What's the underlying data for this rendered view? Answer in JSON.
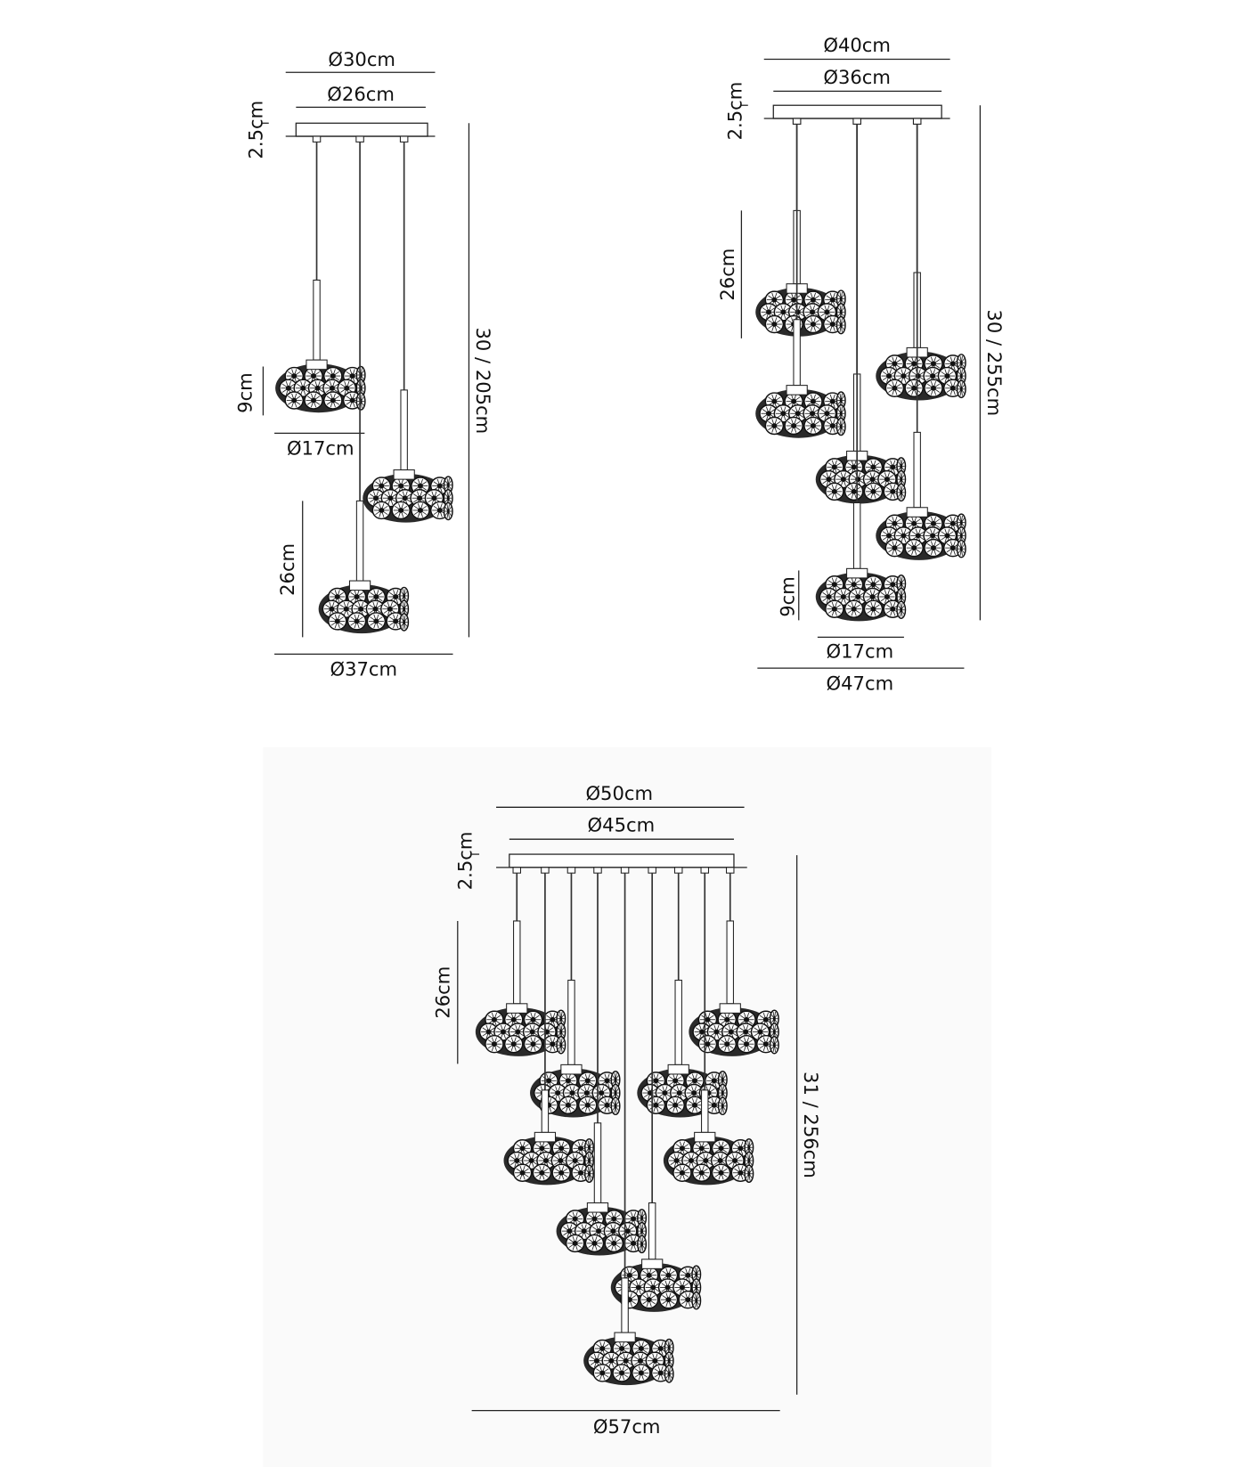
{
  "diagrams": [
    {
      "outer_canopy": "Ø30cm",
      "inner_canopy": "Ø26cm",
      "canopy_height": "2.5cm",
      "total_height": "30 / 205cm",
      "shade_height": "9cm",
      "shade_diameter": "Ø17cm",
      "drop": "26cm",
      "overall_diameter": "Ø37cm",
      "pendant_count": 3
    },
    {
      "outer_canopy": "Ø40cm",
      "inner_canopy": "Ø36cm",
      "canopy_height": "2.5cm",
      "total_height": "30 / 255cm",
      "shade_height": "9cm",
      "shade_diameter": "Ø17cm",
      "drop": "26cm",
      "overall_diameter": "Ø47cm",
      "pendant_count": 6
    },
    {
      "outer_canopy": "Ø50cm",
      "inner_canopy": "Ø45cm",
      "canopy_height": "2.5cm",
      "total_height": "31 / 256cm",
      "drop": "26cm",
      "overall_diameter": "Ø57cm",
      "pendant_count": 9
    }
  ]
}
